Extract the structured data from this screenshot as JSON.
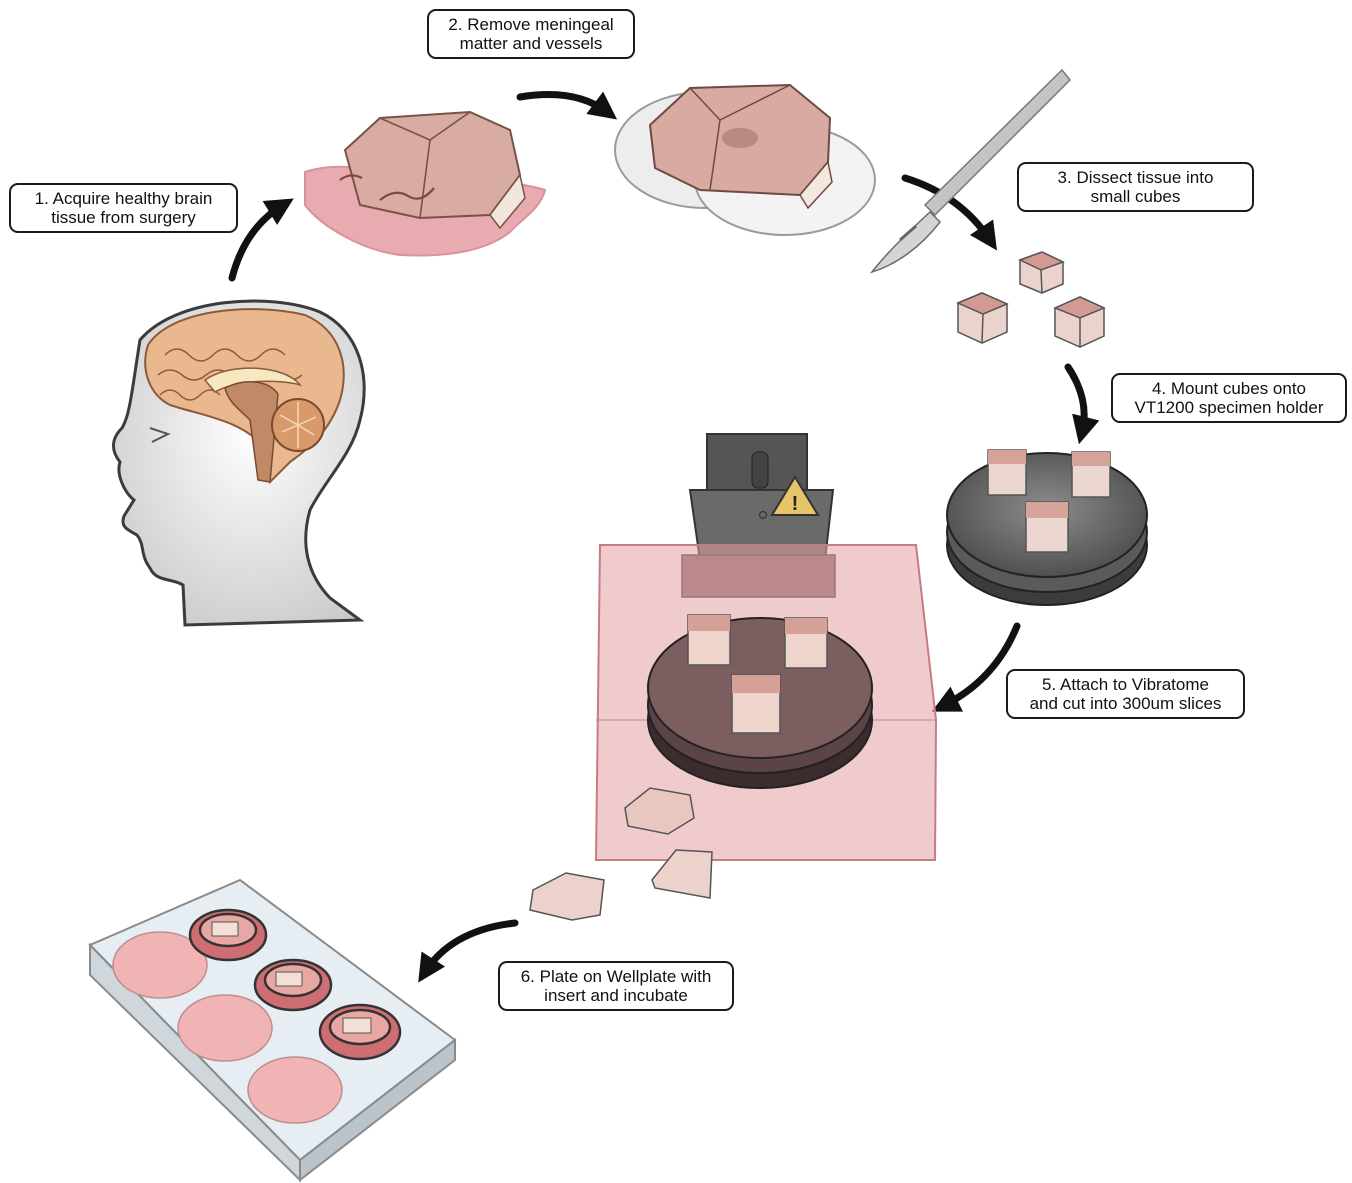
{
  "steps": [
    {
      "line1": "1. Acquire healthy brain",
      "line2": "tissue from surgery"
    },
    {
      "line1": "2. Remove meningeal",
      "line2": "matter and vessels"
    },
    {
      "line1": "3. Dissect tissue into",
      "line2": "small cubes"
    },
    {
      "line1": "4. Mount cubes onto",
      "line2": "VT1200 specimen holder"
    },
    {
      "line1": "5. Attach to Vibratome",
      "line2": "and cut into 300um slices"
    },
    {
      "line1": "6. Plate on Wellplate with",
      "line2": "insert and incubate"
    }
  ],
  "colors": {
    "outline": "#1a1a1a",
    "arrow": "#111111",
    "tissue": "#d9a49c",
    "tissue_dark": "#c08478",
    "tissue_light": "#f2e2dc",
    "blood": "#d9848c",
    "head_skin": "#e4e4e4",
    "brain": "#e8b88c",
    "holder": "#4e4e4e",
    "bath": "#e3a1a6",
    "plate": "#dfe8f0",
    "medium": "#eeb3b3"
  },
  "icons": [
    "warning-icon",
    "scalpel-icon"
  ]
}
